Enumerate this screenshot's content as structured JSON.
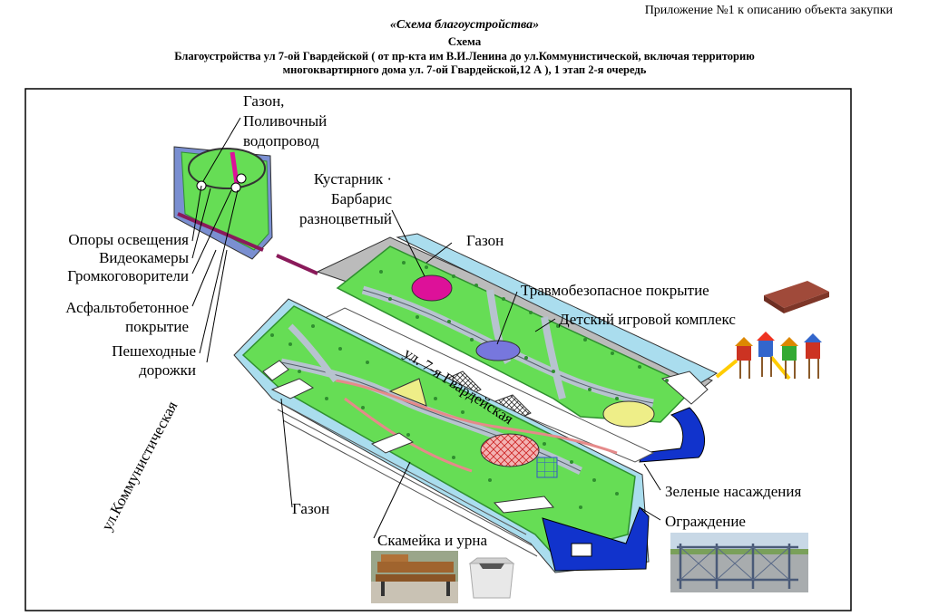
{
  "header": {
    "appendix": "Приложение №1 к описанию объекта закупки",
    "title": "«Схема благоустройства»",
    "subtitle": "Схема",
    "description_line1": "Благоустройства ул 7-ой Гвардейской ( от пр-кта им В.И.Ленина  до ул.Коммунистической, включая территорию",
    "description_line2": "многоквартирного дома ул. 7-ой Гвардейской,12 А ), 1 этап 2-я  очередь"
  },
  "labels": {
    "lawn_water_1": "Газон,",
    "lawn_water_2": "Поливочный",
    "lawn_water_3": "водопровод",
    "shrub_1": "Кустарник ·",
    "shrub_2": "Барбарис",
    "shrub_3": "разноцветный",
    "lawn_top": "Газон",
    "lighting": "Опоры освещения",
    "cameras": "Видеокамеры",
    "speakers": "Громкоговорители",
    "asphalt_1": "Асфальтобетонное",
    "asphalt_2": "покрытие",
    "paths_1": "Пешеходные",
    "paths_2": "дорожки",
    "safe_cover": "Травмобезопасное покрытие",
    "playground": "Детский игровой комплекс",
    "green": "Зеленые насаждения",
    "fence": "Ограждение",
    "lawn_bottom": "Газон",
    "bench": "Скамейка и урна",
    "street_main": "ул. 7-я Гвардейская",
    "street_side": "ул.Коммунистическая"
  },
  "colors": {
    "lawn": "#66dd55",
    "lawn_dark": "#2f8f2f",
    "path": "#b7c3cf",
    "path_border": "#55606a",
    "shrub": "#dd1199",
    "safe_cover": "#ee9999",
    "playground": "#7777dd",
    "sandbox": "#eeee88",
    "fence_blue": "#1133cc",
    "road_cyan": "#aaddee",
    "tile_red": "#cc2222"
  }
}
